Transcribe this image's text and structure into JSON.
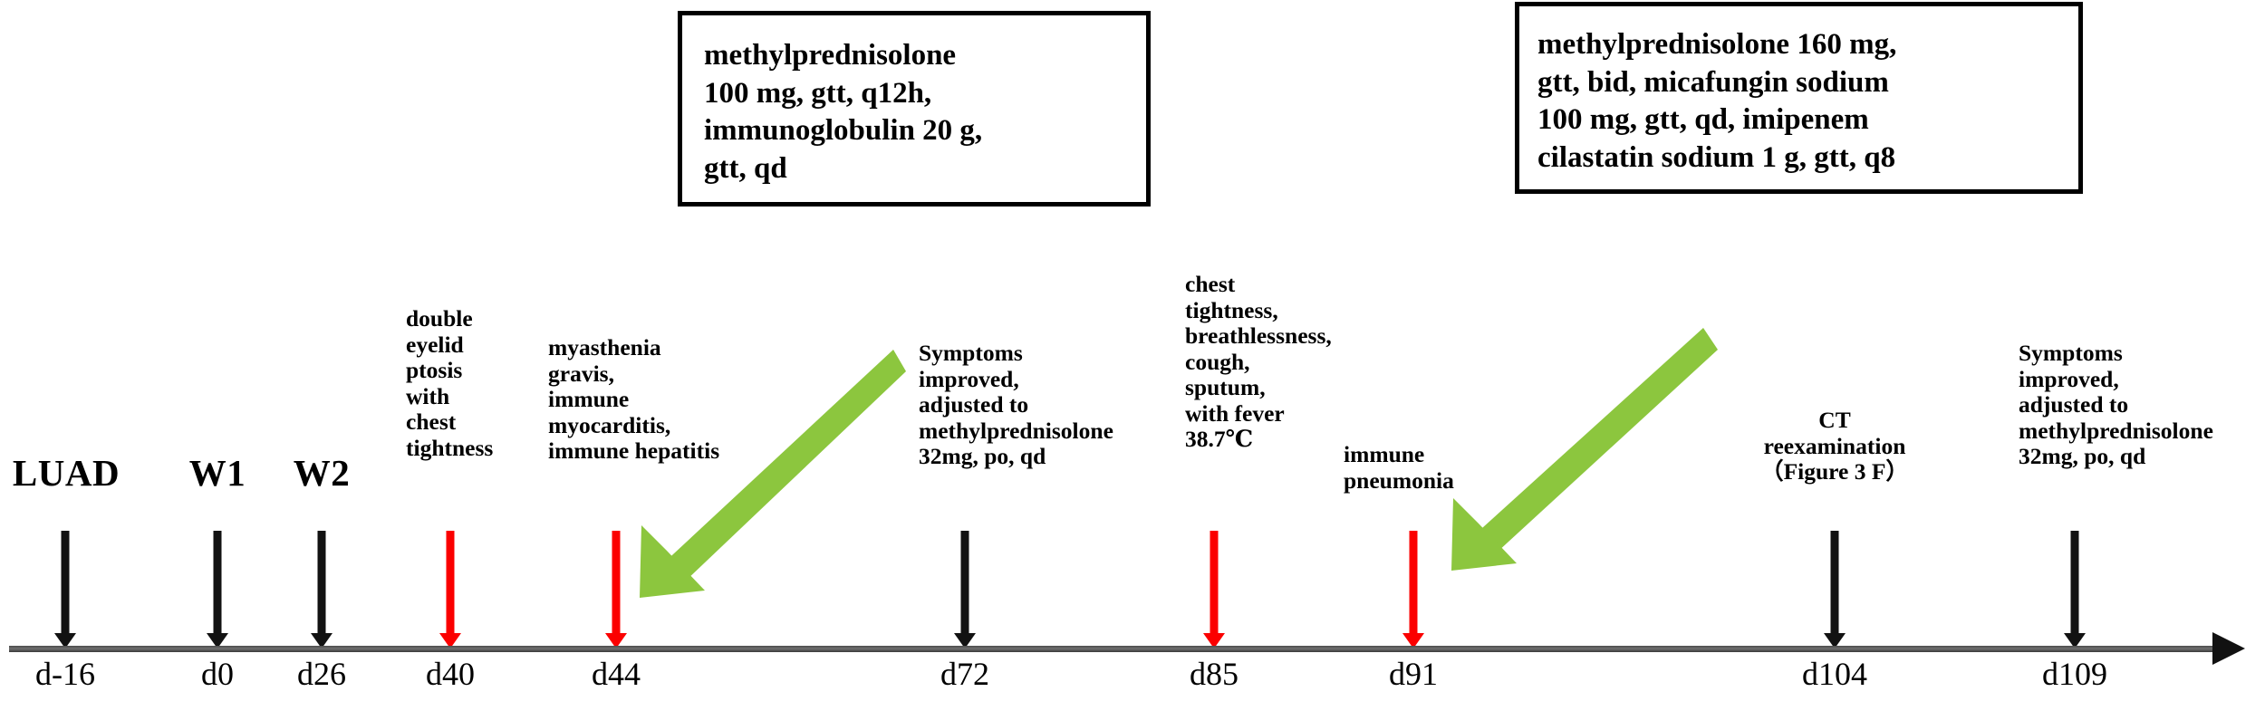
{
  "figure": {
    "type": "clinical-timeline",
    "axis": {
      "direction": "left-to-right",
      "arrowhead": "right"
    },
    "colors": {
      "axis": "#5a5a5a",
      "marker_black": "#121212",
      "marker_red": "#fb0000",
      "callout_arrow_green": "#8cc63e",
      "text": "#000000",
      "background": "#ffffff"
    }
  },
  "events": [
    {
      "day": "d-16",
      "label": "LUAD",
      "marker_color": "#121212",
      "label_size": "big"
    },
    {
      "day": "d0",
      "label": "W1",
      "marker_color": "#121212",
      "label_size": "big"
    },
    {
      "day": "d26",
      "label": "W2",
      "marker_color": "#121212",
      "label_size": "big"
    },
    {
      "day": "d40",
      "label": "double\neyelid\nptosis\nwith\nchest\ntightness",
      "marker_color": "#fb0000",
      "label_size": "small"
    },
    {
      "day": "d44",
      "label": "myasthenia\ngravis,\nimmune\nmyocarditis,\nimmune hepatitis",
      "marker_color": "#fb0000",
      "label_size": "small"
    },
    {
      "day": "d72",
      "label": "Symptoms\nimproved,\nadjusted to\nmethylprednisolone\n32mg, po, qd",
      "marker_color": "#121212",
      "label_size": "small"
    },
    {
      "day": "d85",
      "label": "chest\ntightness,\nbreathlessness,\ncough,\nsputum,\nwith fever\n38.7℃",
      "marker_color": "#fb0000",
      "label_size": "small"
    },
    {
      "day": "d91",
      "label": "immune\npneumonia",
      "marker_color": "#fb0000",
      "label_size": "small"
    },
    {
      "day": "d104",
      "label": "CT\nreexamination\n（Figure 3 F）",
      "marker_color": "#121212",
      "label_size": "small"
    },
    {
      "day": "d109",
      "label": "Symptoms\nimproved,\nadjusted to\nmethylprednisolone\n32mg, po, qd",
      "marker_color": "#121212",
      "label_size": "small"
    }
  ],
  "callouts": [
    {
      "id": "treatment-d44",
      "text": "methylprednisolone\n100 mg, gtt, q12h,\nimmunoglobulin 20 g,\ngtt, qd",
      "points_to_day": "d44"
    },
    {
      "id": "treatment-d91",
      "text": "methylprednisolone 160 mg,\ngtt, bid, micafungin sodium\n100 mg, gtt, qd, imipenem\ncilastatin sodium 1 g, gtt, q8",
      "points_to_day": "d91"
    }
  ]
}
